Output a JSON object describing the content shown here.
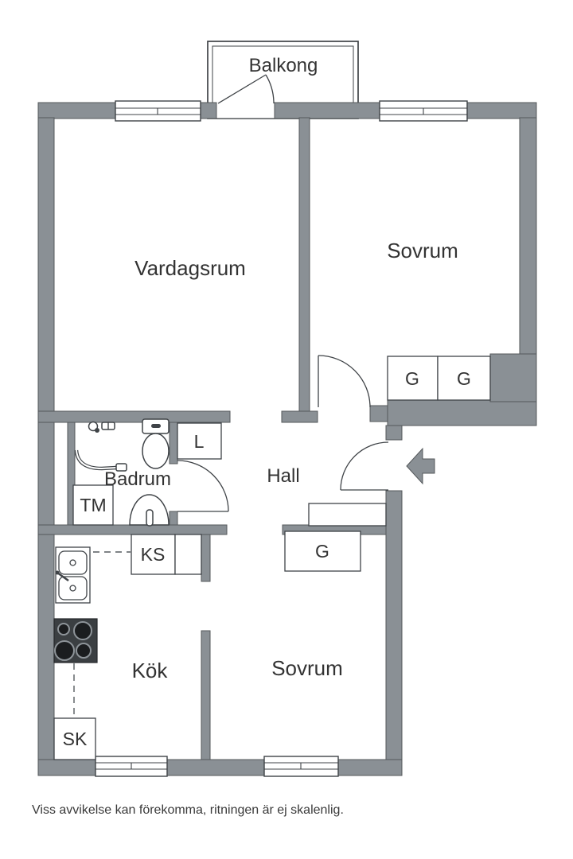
{
  "plan": {
    "balcony_label": "Balkong",
    "rooms": {
      "living_room": "Vardagsrum",
      "bedroom_top": "Sovrum",
      "bedroom_bottom": "Sovrum",
      "bathroom": "Badrum",
      "hall": "Hall",
      "kitchen": "Kök"
    },
    "storage": {
      "linen_closet": "L",
      "washing_machine": "TM",
      "fridge": "KS",
      "pantry": "SK",
      "wardrobe_top_1": "G",
      "wardrobe_top_2": "G",
      "wardrobe_bottom": "G"
    },
    "colors": {
      "wall": "#8A9095",
      "wall_outline": "#54585B",
      "line": "#3F4347",
      "text": "#333333",
      "stove": "#3B3F42"
    },
    "footer": {
      "disclaimer": "Viss avvikelse kan förekomma, ritningen är ej skalenlig."
    }
  }
}
